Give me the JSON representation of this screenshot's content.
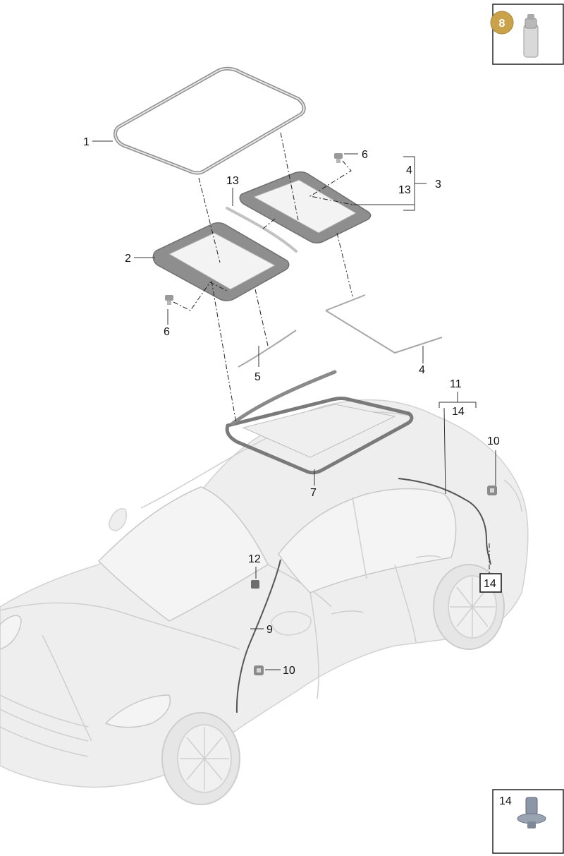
{
  "callouts": {
    "c1": "1",
    "c2": "2",
    "c3": "3",
    "c4a": "4",
    "c13a": "13",
    "c4b": "4",
    "c5": "5",
    "c6a": "6",
    "c6b": "6",
    "c7": "7",
    "c9": "9",
    "c10a": "10",
    "c10b": "10",
    "c11": "11",
    "c14a": "14",
    "c14b": "14",
    "c12": "12",
    "c13b": "13"
  },
  "insets": {
    "top_badge": "8",
    "bottom_label": "14"
  },
  "colors": {
    "badge": "#C9A24A",
    "part_fill": "#8e8e8e",
    "car_body": "#eeeeee"
  }
}
